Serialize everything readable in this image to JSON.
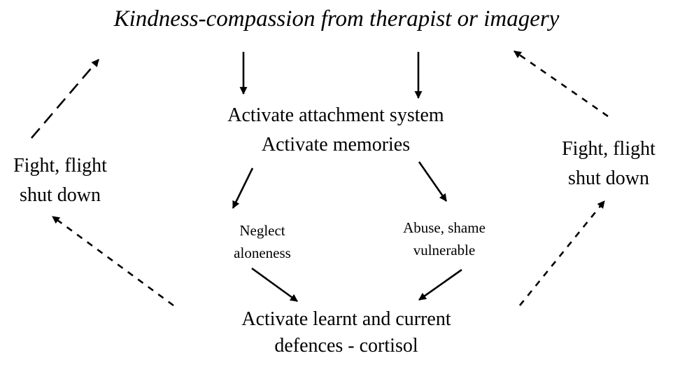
{
  "diagram": {
    "title": "Kindness-compassion from therapist or imagery",
    "center_top": {
      "line1": "Activate  attachment system",
      "line2": "Activate  memories"
    },
    "left_node": {
      "line1": "Fight,  flight",
      "line2": "shut down"
    },
    "right_node": {
      "line1": "Fight,  flight",
      "line2": "shut down"
    },
    "neglect": {
      "line1": "Neglect",
      "line2": "aloneness"
    },
    "abuse": {
      "line1": "Abuse,  shame",
      "line2": "vulnerable"
    },
    "bottom": {
      "line1": "Activate  learnt and current",
      "line2": "defences  - cortisol"
    },
    "colors": {
      "text": "#000000",
      "arrows": "#000000",
      "background": "#ffffff"
    }
  }
}
